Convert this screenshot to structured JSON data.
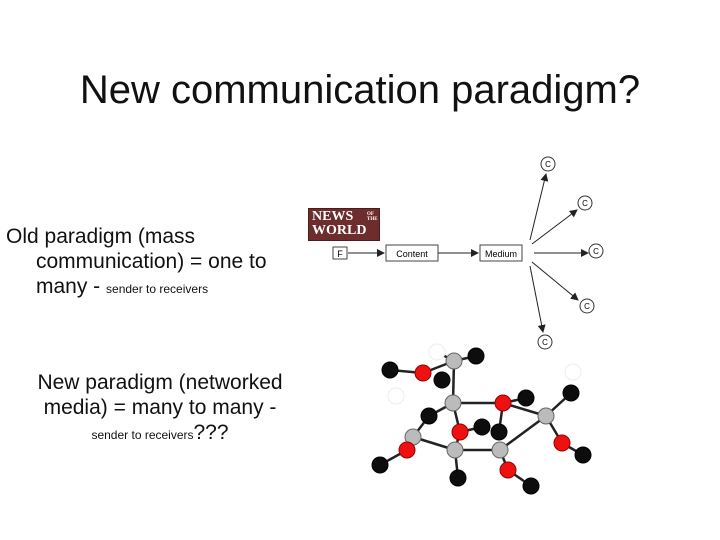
{
  "slide": {
    "title": "New communication paradigm?"
  },
  "old_paradigm": {
    "line1": "Old paradigm (mass",
    "line2": "communication) = one to",
    "line3_main": "many - ",
    "line3_small": "sender to receivers"
  },
  "new_paradigm": {
    "line1": "New paradigm (networked",
    "line2": "media) = many to many -",
    "line3_small": "sender to receivers",
    "line3_main": "???"
  },
  "logo": {
    "word1": "NEWS",
    "of_the": "OF THE",
    "word2": "WORLD"
  },
  "broadcast_diagram": {
    "sender_label": "F",
    "content_label": "Content",
    "medium_label": "Medium",
    "receiver_label": "C",
    "receiver_count": 5
  },
  "network_graph": {
    "node_colors": {
      "red": "#ee1111",
      "gray": "#bbbbbb",
      "black": "#0d0d0d",
      "white": "#ffffff"
    }
  }
}
